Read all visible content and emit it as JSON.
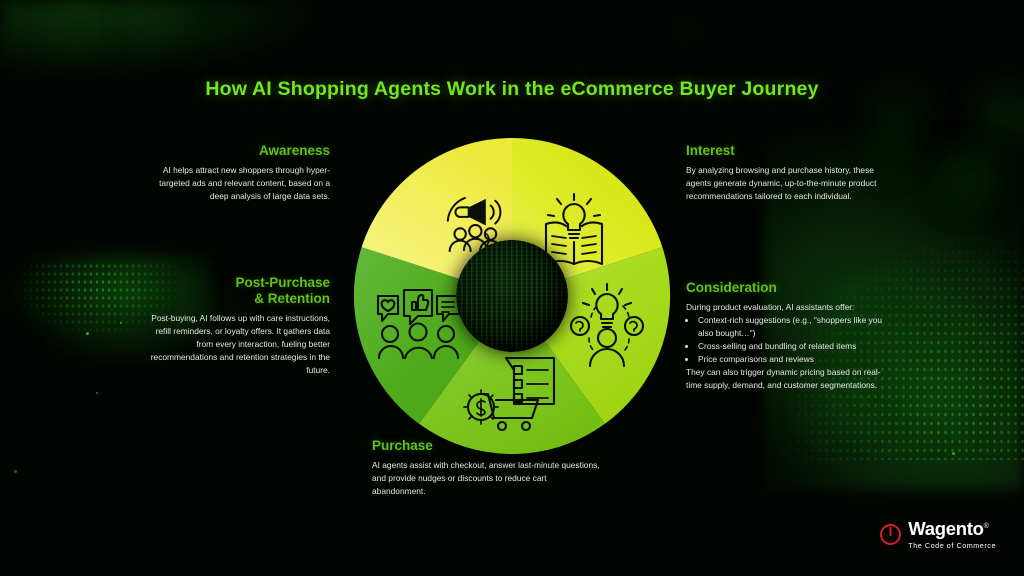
{
  "page": {
    "title": "How AI Shopping Agents Work in the eCommerce Buyer Journey"
  },
  "colors": {
    "background": "#020402",
    "title": "#74e61c",
    "heading": "#62c11a",
    "body_text": "#e6e9e4",
    "segment_awareness": "#f2ee5a",
    "segment_interest": "#ddeb1c",
    "segment_consideration": "#aadb1c",
    "segment_purchase": "#7cc51a",
    "segment_post_purchase": "#4eaa1b",
    "logo_mark": "#d81f26"
  },
  "stages": [
    {
      "id": "awareness",
      "heading": "Awareness",
      "align": "right",
      "icon": "megaphone-audience-icon",
      "color": "#f2ee5a",
      "body": "AI helps attract new shoppers through hyper-targeted ads and relevant content, based on a deep analysis of large data sets."
    },
    {
      "id": "interest",
      "heading": "Interest",
      "align": "left",
      "icon": "book-lightbulb-icon",
      "color": "#ddeb1c",
      "body": "By analyzing browsing and purchase history, these agents generate dynamic, up-to-the-minute product recommendations tailored to each individual."
    },
    {
      "id": "consideration",
      "heading": "Consideration",
      "align": "left",
      "icon": "person-lightbulb-questions-icon",
      "color": "#aadb1c",
      "intro": "During product evaluation, AI assistants offer:",
      "bullets": [
        "Context-rich suggestions (e.g., \"shoppers like you also bought…\")",
        "Cross-selling and bundling of related items",
        "Price comparisons and reviews"
      ],
      "outro": "They can also trigger dynamic pricing based on real-time supply, demand, and customer segmentations."
    },
    {
      "id": "purchase",
      "heading": "Purchase",
      "align": "left",
      "icon": "shopping-cart-checkout-icon",
      "color": "#7cc51a",
      "body": "AI agents assist with checkout, answer last-minute questions, and provide nudges or discounts to reduce cart abandonment."
    },
    {
      "id": "post_purchase",
      "heading_line1": "Post-Purchase",
      "heading_line2": "& Retention",
      "align": "right",
      "icon": "reviews-feedback-people-icon",
      "color": "#4eaa1b",
      "body": "Post-buying, AI follows up with care instructions, refill reminders, or loyalty offers. It gathers data from every interaction, fueling better recommendations and retention strategies in the future."
    }
  ],
  "logo": {
    "wordmark": "Wagento",
    "registered": "®",
    "tagline": "The Code of Commerce",
    "mark": "power-circle-icon"
  }
}
